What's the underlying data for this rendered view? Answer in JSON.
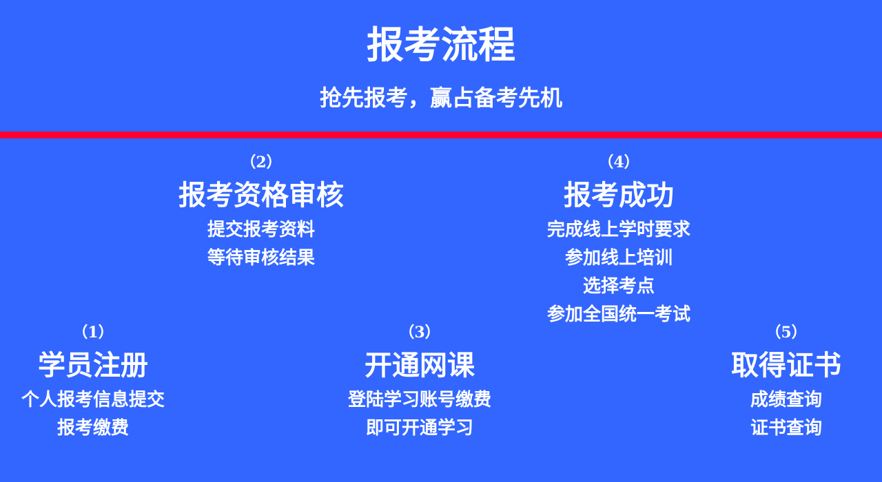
{
  "title": "报考流程",
  "subtitle": "抢先报考，赢占备考先机",
  "colors": {
    "background": "#3366FF",
    "divider": "#FF0033",
    "text": "#FFFFFF"
  },
  "steps": [
    {
      "num": "（1）",
      "name": "学员注册",
      "lines": [
        "个人报考信息提交",
        "报考缴费"
      ]
    },
    {
      "num": "（2）",
      "name": "报考资格审核",
      "lines": [
        "提交报考资料",
        "等待审核结果"
      ]
    },
    {
      "num": "（3）",
      "name": "开通网课",
      "lines": [
        "登陆学习账号缴费",
        "即可开通学习"
      ]
    },
    {
      "num": "（4）",
      "name": "报考成功",
      "lines": [
        "完成线上学时要求",
        "参加线上培训",
        "选择考点",
        "参加全国统一考试"
      ]
    },
    {
      "num": "（5）",
      "name": "取得证书",
      "lines": [
        "成绩查询",
        "证书查询"
      ]
    }
  ]
}
